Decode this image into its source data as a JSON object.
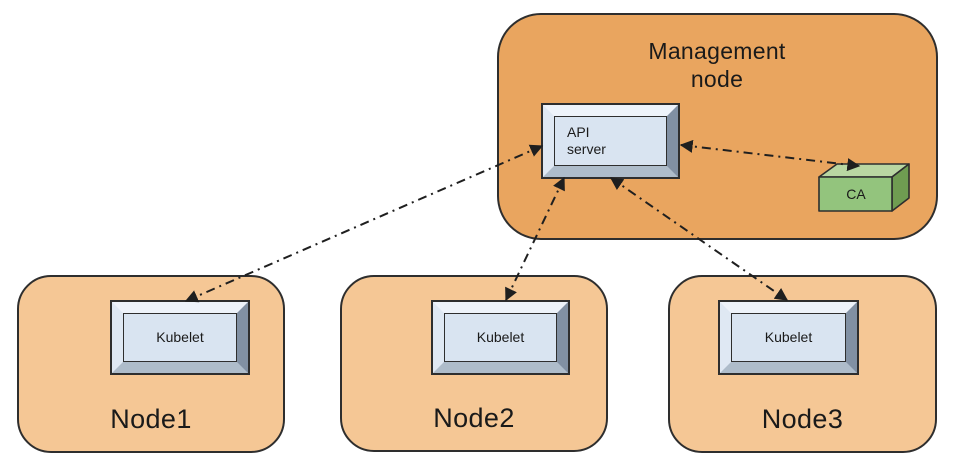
{
  "diagram": {
    "management_node": {
      "label": "Management node",
      "api_server_label": "API server",
      "ca_label": "CA"
    },
    "nodes": [
      {
        "label": "Node1",
        "component_label": "Kubelet"
      },
      {
        "label": "Node2",
        "component_label": "Kubelet"
      },
      {
        "label": "Node3",
        "component_label": "Kubelet"
      }
    ],
    "connections": [
      {
        "from": "api-server",
        "to": "node1-kubelet",
        "style": "dash-dot",
        "bidirectional": true
      },
      {
        "from": "api-server",
        "to": "node2-kubelet",
        "style": "dash-dot",
        "bidirectional": true
      },
      {
        "from": "api-server",
        "to": "node3-kubelet",
        "style": "dash-dot",
        "bidirectional": true
      },
      {
        "from": "api-server",
        "to": "ca",
        "style": "dash-dot",
        "bidirectional": true
      }
    ],
    "colors": {
      "mgmt_fill": "#e9a55f",
      "node_fill": "#f5c795",
      "box_face": "#d9e4f1",
      "box_bevel_light": "#eef3fa",
      "box_bevel_dark": "#8190a3",
      "box_bevel_mid": "#aebcca",
      "box_bevel_lmid": "#dfe8f3",
      "ca_front": "#93c47d",
      "ca_top": "#b9d7a2",
      "ca_side": "#6f9c51",
      "line": "#1f1f1f",
      "border": "#2e2e2e",
      "text": "#1a1a1a"
    }
  }
}
